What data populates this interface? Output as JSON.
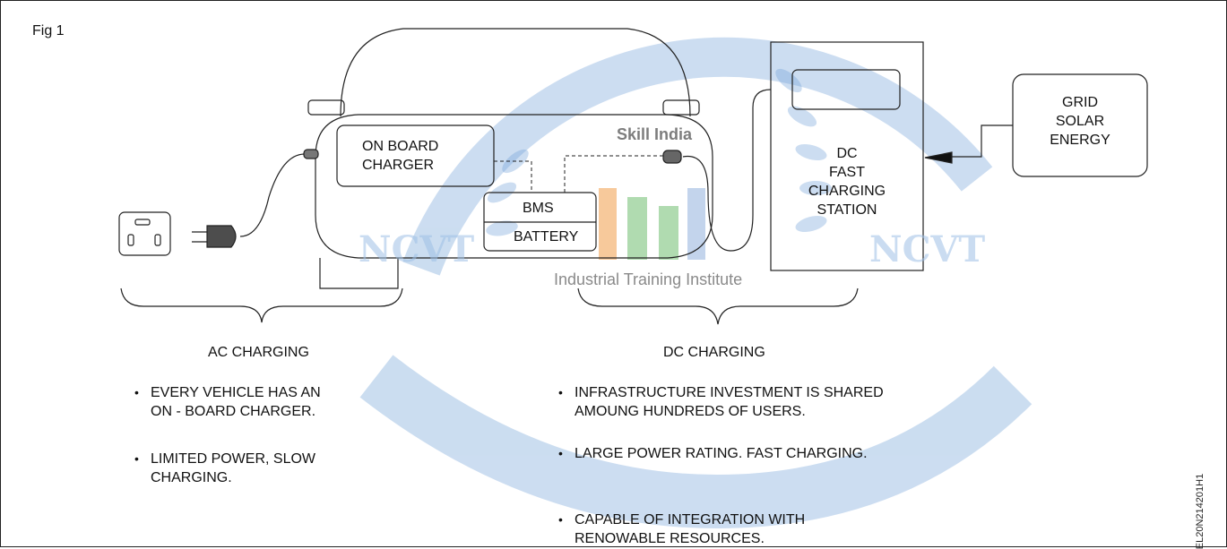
{
  "figure": {
    "label": "Fig 1",
    "code": "EL20N214201H1"
  },
  "vehicle": {
    "on_board_charger": [
      "ON BOARD",
      "CHARGER"
    ],
    "bms": "BMS",
    "battery": "BATTERY"
  },
  "dc_station": {
    "label": [
      "DC",
      "FAST",
      "CHARGING",
      "STATION"
    ]
  },
  "grid": {
    "label": [
      "GRID",
      "SOLAR",
      "ENERGY"
    ]
  },
  "ac_section": {
    "heading": "AC CHARGING",
    "bullets": [
      [
        "EVERY VEHICLE HAS AN",
        "ON - BOARD CHARGER."
      ],
      [
        "LIMITED POWER, SLOW",
        "CHARGING."
      ]
    ]
  },
  "dc_section": {
    "heading": "DC CHARGING",
    "bullets": [
      [
        "INFRASTRUCTURE INVESTMENT IS SHARED",
        "AMOUNG HUNDREDS OF USERS."
      ],
      [
        "LARGE POWER RATING. FAST CHARGING."
      ],
      [
        "CAPABLE OF INTEGRATION WITH",
        "RENOWABLE RESOURCES."
      ]
    ]
  },
  "watermark": {
    "ncvt": "NCVT",
    "skill_india": "Skill India",
    "iti_caption": "Industrial Training Institute",
    "brand_color": "#9ec0e6"
  }
}
